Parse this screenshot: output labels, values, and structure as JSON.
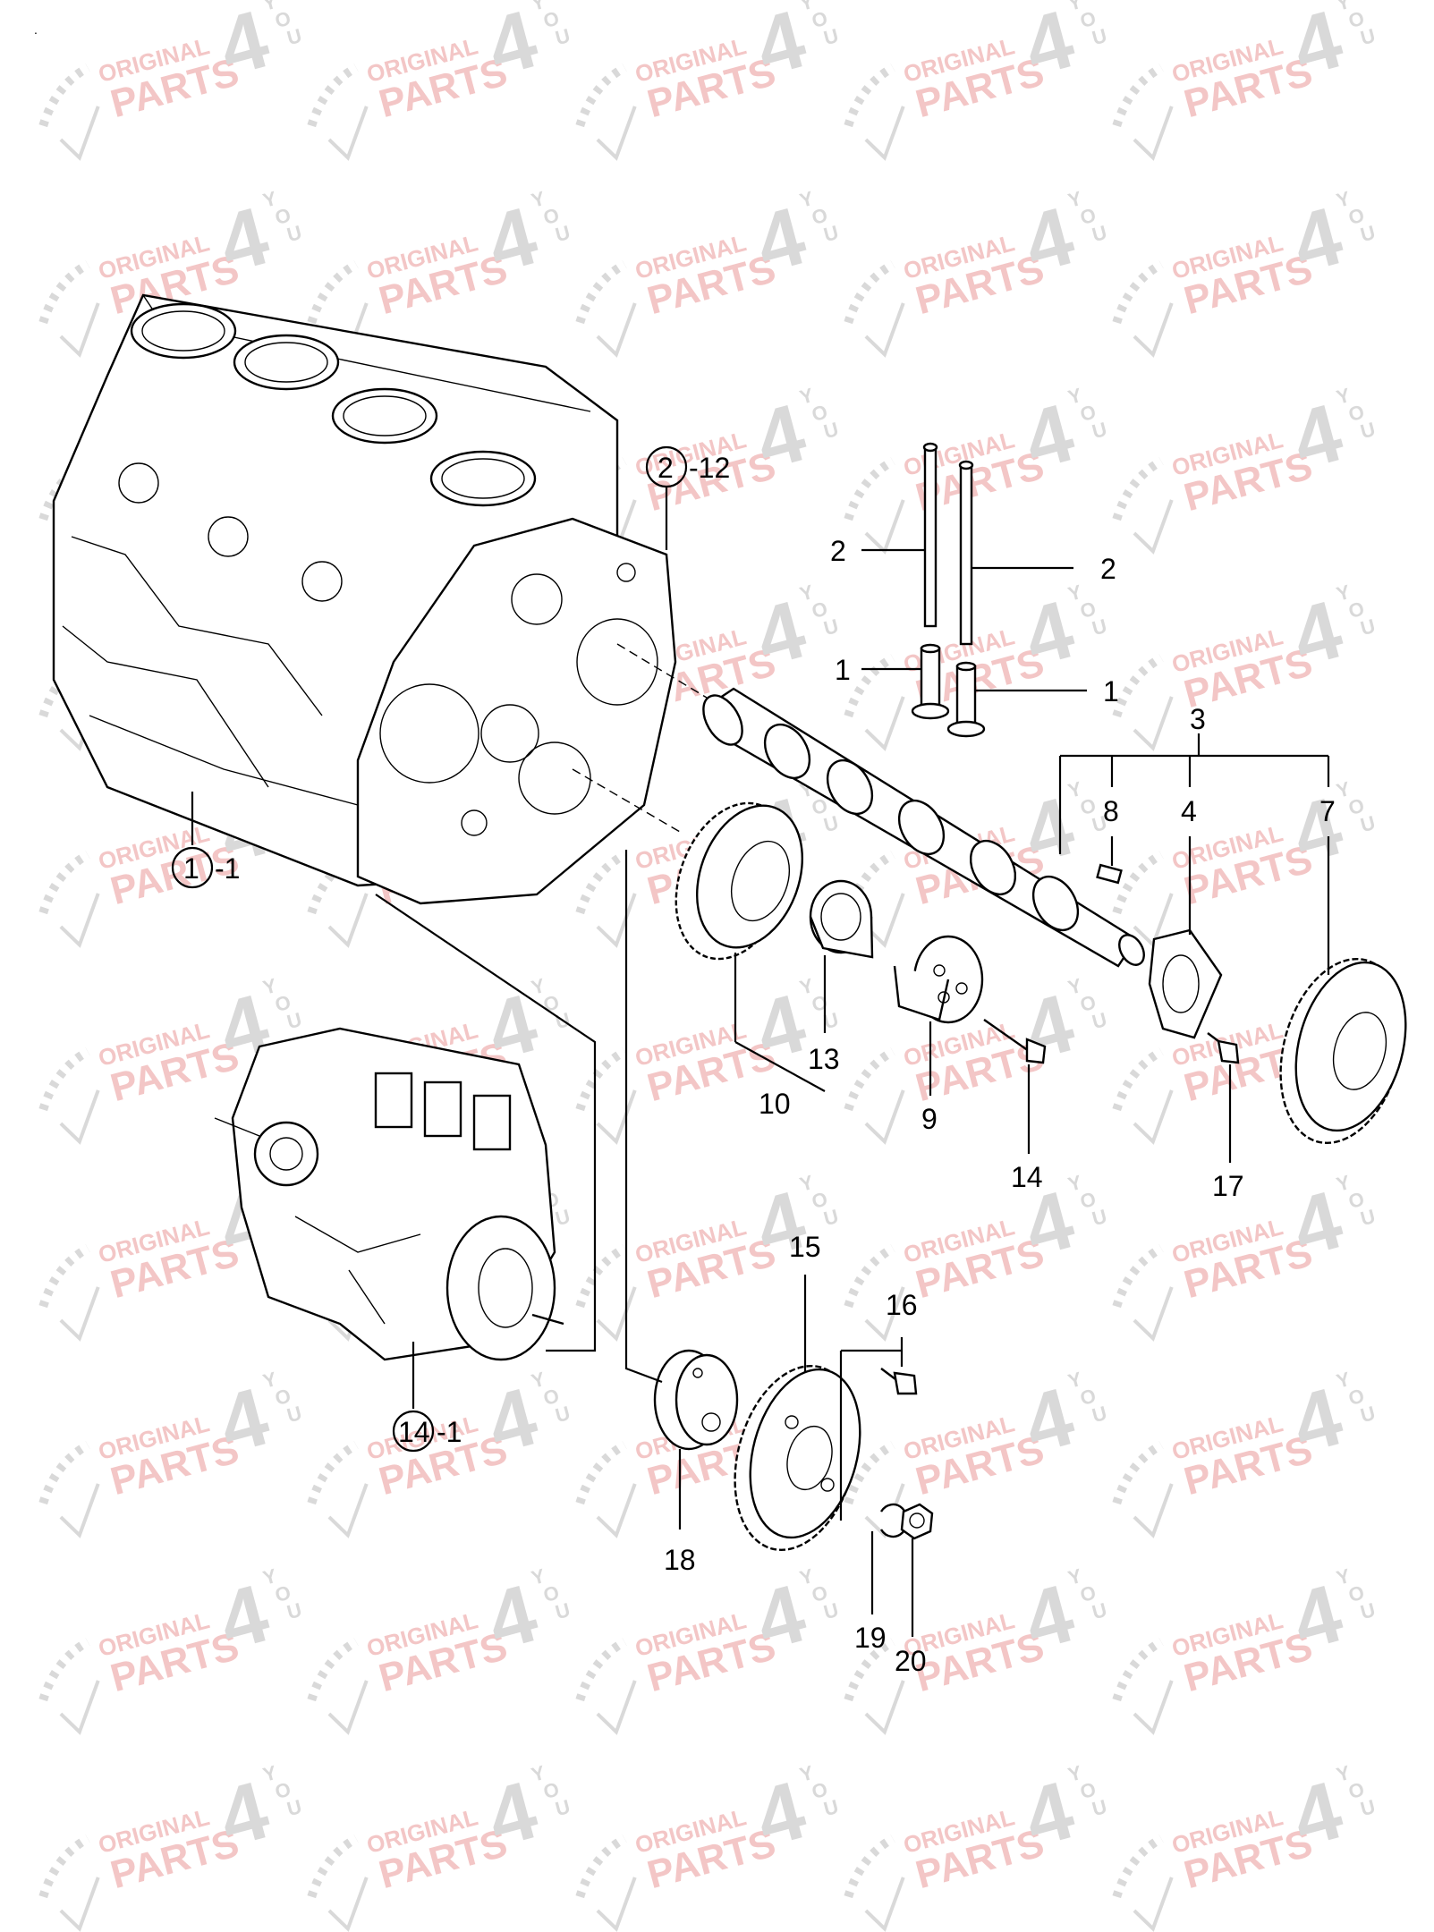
{
  "watermark": {
    "line1": "ORIGINAL",
    "line2": "PARTS",
    "numeral": "4",
    "letters": [
      "Y",
      "O",
      "U"
    ],
    "text_color": "#f3c6c6",
    "logo_color": "#d9d9d9"
  },
  "colors": {
    "lines": "#000000",
    "background": "#ffffff"
  },
  "callouts": {
    "c1": "1",
    "c1b": "1",
    "c2": "2",
    "c2b": "2",
    "c3": "3",
    "c4": "4",
    "c7": "7",
    "c8": "8",
    "c9": "9",
    "c10": "10",
    "c13": "13",
    "c14": "14",
    "c15": "15",
    "c16": "16",
    "c17": "17",
    "c18": "18",
    "c19": "19",
    "c20": "20",
    "ref_block_num": "1",
    "ref_block_suffix": "-1",
    "ref_plate_num": "2",
    "ref_plate_suffix": "-12",
    "ref_pump_num": "14",
    "ref_pump_suffix": "-1"
  },
  "parts": {
    "cylinder_block": "cylinder-block",
    "gear_case_plate": "gear-case-plate",
    "camshaft": "camshaft",
    "push_rods": "push-rods",
    "tappets": "tappets",
    "camshaft_gear": "camshaft-gear",
    "idler_bushing": "idler-bushing",
    "idler_shaft": "idler-shaft",
    "thrust_plate": "thrust-plate",
    "crank_gear": "drive-gear",
    "injection_pump": "fuel-injection-pump",
    "pump_gear": "pump-drive-gear",
    "pump_hub": "pump-hub"
  }
}
